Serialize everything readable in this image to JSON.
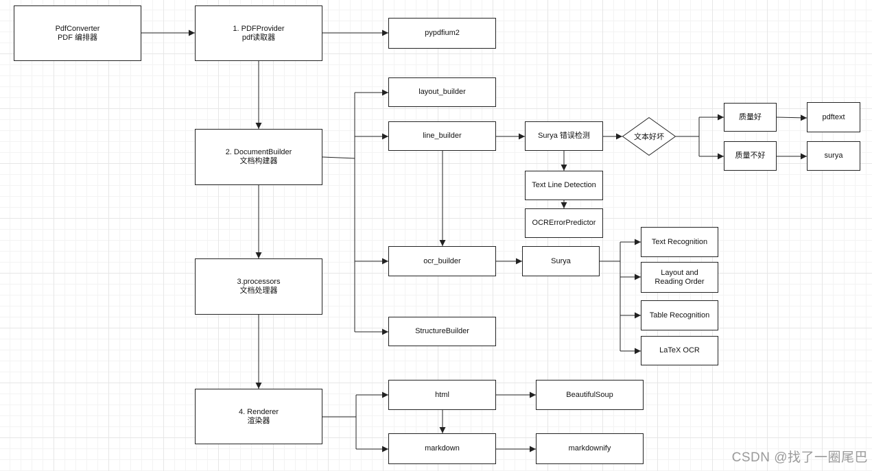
{
  "nodes": {
    "pdf_converter": "PdfConverter\nPDF 编排器",
    "pdf_provider": "1. PDFProvider\npdf读取器",
    "pypdfium2": "pypdfium2",
    "document_builder": "2. DocumentBuilder\n文档构建器",
    "processors": "3.processors\n文档处理器",
    "renderer": "4. Renderer\n渲染器",
    "layout_builder": "layout_builder",
    "line_builder": "line_builder",
    "ocr_builder": "ocr_builder",
    "structure_builder": "StructureBuilder",
    "surya_error_detection": "Surya 错误检测",
    "text_quality": "文本好坏",
    "quality_good": "质量好",
    "quality_bad": "质量不好",
    "pdftext": "pdftext",
    "surya_fallback": "surya",
    "text_line_detection": "Text Line Detection",
    "ocr_error_predictor": "OCRErrorPredictor",
    "surya_ocr": "Surya",
    "text_recognition": "Text Recognition",
    "layout_reading_order": "Layout and\nReading Order",
    "table_recognition": "Table Recognition",
    "latex_ocr": "LaTeX OCR",
    "html": "html",
    "markdown": "markdown",
    "beautifulsoup": "BeautifulSoup",
    "markdownify": "markdownify"
  },
  "watermark": "CSDN @找了一圈尾巴"
}
